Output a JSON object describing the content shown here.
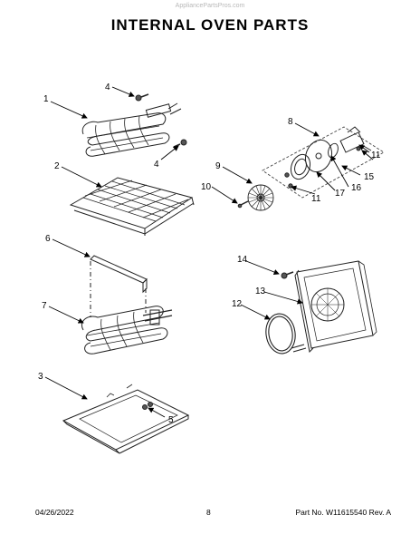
{
  "watermark": "AppliancePartsPros.com",
  "title": "INTERNAL OVEN PARTS",
  "callouts": {
    "c1": "1",
    "c2": "2",
    "c3": "3",
    "c4a": "4",
    "c4b": "4",
    "c5": "5",
    "c6": "6",
    "c7": "7",
    "c8": "8",
    "c9": "9",
    "c10": "10",
    "c11a": "11",
    "c11b": "11",
    "c12": "12",
    "c13": "13",
    "c14": "14",
    "c15": "15",
    "c16": "16",
    "c17": "17"
  },
  "footer": {
    "date": "04/26/2022",
    "page": "8",
    "part_number": "Part No. W11615540  Rev. A"
  }
}
